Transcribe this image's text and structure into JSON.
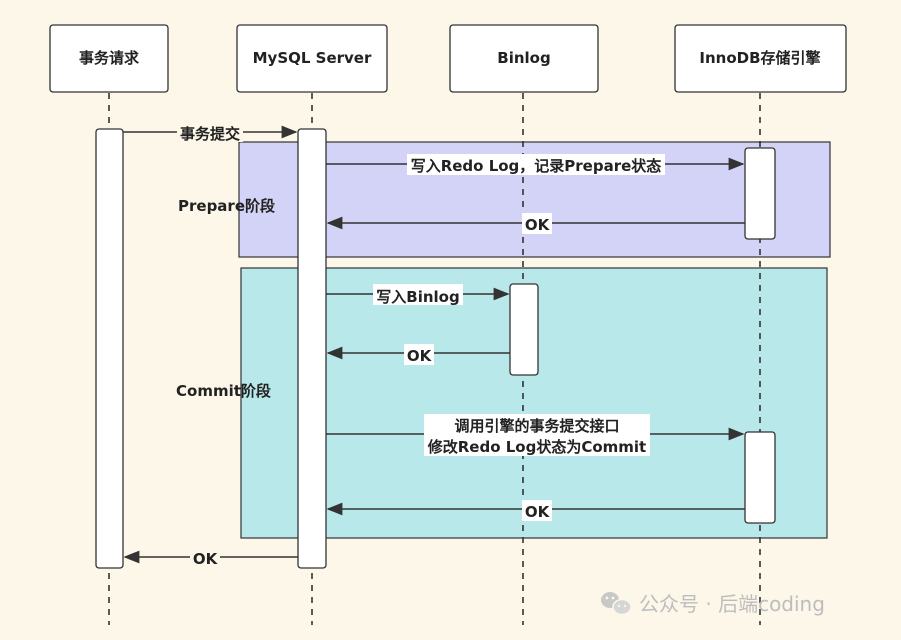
{
  "participants": {
    "request": "事务请求",
    "mysql": "MySQL Server",
    "binlog": "Binlog",
    "innodb": "InnoDB存储引擎"
  },
  "phases": {
    "prepare": {
      "label": "Prepare阶段",
      "color": "#d3d3f8"
    },
    "commit": {
      "label": "Commit阶段",
      "color": "#b8e8ea"
    }
  },
  "messages": {
    "submit": "事务提交",
    "write_redo": "写入Redo Log，记录Prepare状态",
    "ok_innodb_1": "OK",
    "write_binlog": "写入Binlog",
    "ok_binlog": "OK",
    "call_commit_line1": "调用引擎的事务提交接口",
    "call_commit_line2": "修改Redo Log状态为Commit",
    "ok_innodb_2": "OK",
    "ok_final": "OK"
  },
  "watermark": {
    "text": "公众号 · 后端coding",
    "icon": "wechat-icon"
  }
}
